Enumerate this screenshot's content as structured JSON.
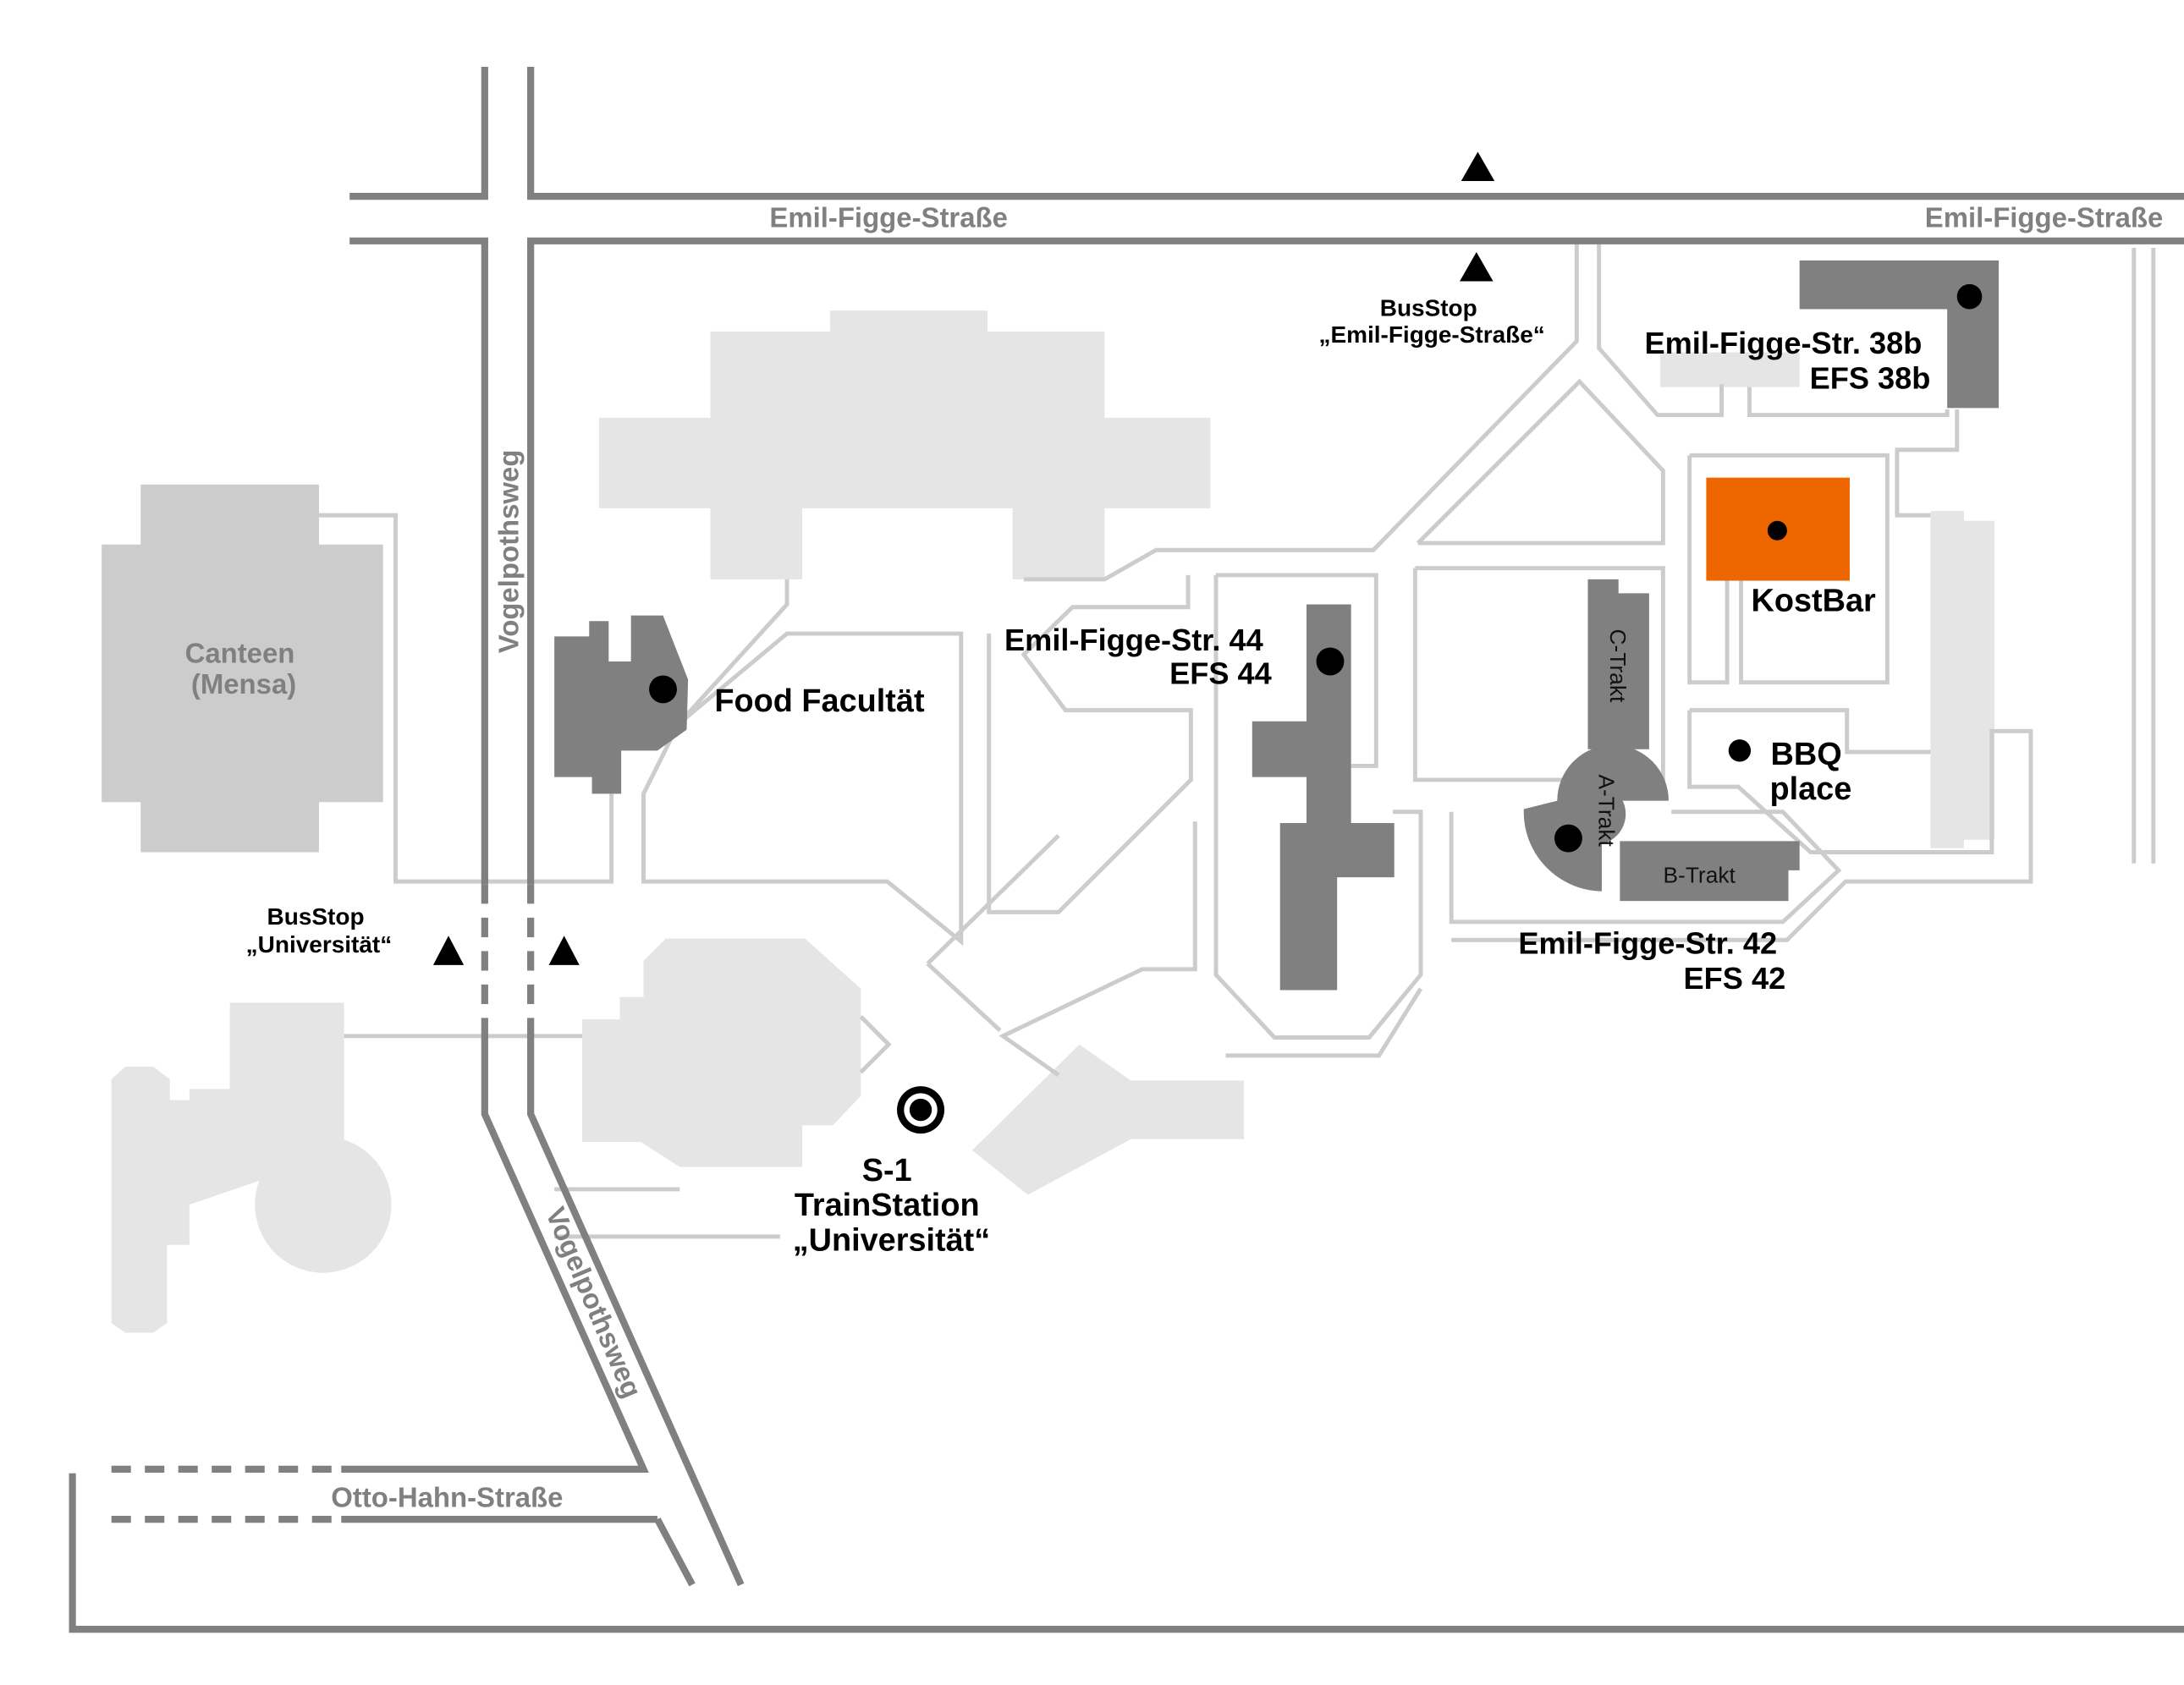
{
  "map": {
    "title": "Campus map – Emil-Figge-Straße area",
    "colors": {
      "road": "#808080",
      "path": "#cccccc",
      "building_light": "#e5e5e5",
      "building_mid": "#cccccc",
      "building_dark": "#808080",
      "highlight": "#ee6600",
      "marker": "#000000"
    },
    "streets": {
      "emil_figge_left": "Emil-Figge-Straße",
      "emil_figge_right": "Emil-Figge-Straße",
      "vogelpothsweg_north": "Vogelpothsweg",
      "vogelpothsweg_south": "Vogelpothsweg",
      "otto_hahn": "Otto-Hahn-Straße"
    },
    "buildings": {
      "canteen": {
        "line1": "Canteen",
        "line2": "(Mensa)"
      },
      "food_facultat": "Food Facultät",
      "efs44": {
        "line1": "Emil-Figge-Str. 44",
        "line2": "EFS 44"
      },
      "efs38b": {
        "line1": "Emil-Figge-Str. 38b",
        "line2": "EFS 38b"
      },
      "efs42": {
        "line1": "Emil-Figge-Str. 42",
        "line2": "EFS 42"
      },
      "kostbar": "KostBar",
      "bbq": {
        "line1": "BBQ",
        "line2": "place"
      },
      "wings": {
        "c": "C-Trakt",
        "a": "A-Trakt",
        "b": "B-Trakt"
      }
    },
    "transit": {
      "busstop_efs": {
        "line1": "BusStop",
        "line2": "„Emil-Figge-Straße“"
      },
      "busstop_uni": {
        "line1": "BusStop",
        "line2": "„Universität“"
      },
      "train": {
        "line1": "S-1",
        "line2": "TrainStation",
        "line3": "„Universität“"
      }
    },
    "icons": {
      "bus_stop": "triangle-icon",
      "location": "dot-marker-icon",
      "train_station": "target-circle-icon"
    }
  }
}
